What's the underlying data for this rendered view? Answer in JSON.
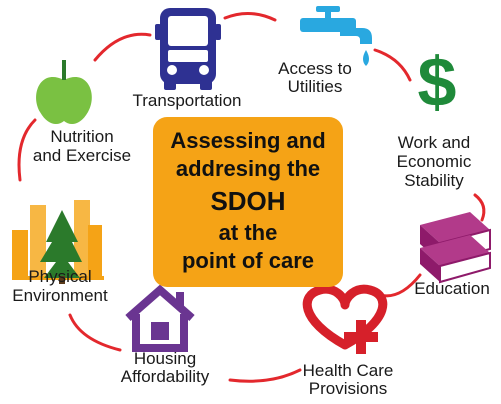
{
  "center": {
    "line1": "Assessing and",
    "line2": "addresing the",
    "line3": "SDOH",
    "line4": "at the",
    "line5": "point of care"
  },
  "nodes": {
    "transportation": {
      "label": "Transportation",
      "icon": "bus-icon",
      "color": "#2e3192"
    },
    "utilities": {
      "line1": "Access to",
      "line2": "Utilities",
      "icon": "faucet-icon",
      "color": "#29a8e0"
    },
    "work": {
      "line1": "Work and",
      "line2": "Economic",
      "line3": "Stability",
      "icon": "dollar-sign-icon",
      "color": "#1f8a3a"
    },
    "education": {
      "label": "Education",
      "icon": "books-icon",
      "color": "#8e1a6a"
    },
    "health": {
      "line1": "Health Care",
      "line2": "Provisions",
      "icon": "heart-cross-icon",
      "color": "#d6202a"
    },
    "housing": {
      "line1": "Housing",
      "line2": "Affordability",
      "icon": "house-icon",
      "color": "#6a3591"
    },
    "physical": {
      "line1": "Physical",
      "line2": "Environment",
      "icon": "city-tree-icon",
      "color": "#f5a316"
    },
    "nutrition": {
      "line1": "Nutrition",
      "line2": "and Exercise",
      "icon": "apple-icon",
      "color": "#7ac142"
    }
  },
  "ring_color": "#e3282d"
}
